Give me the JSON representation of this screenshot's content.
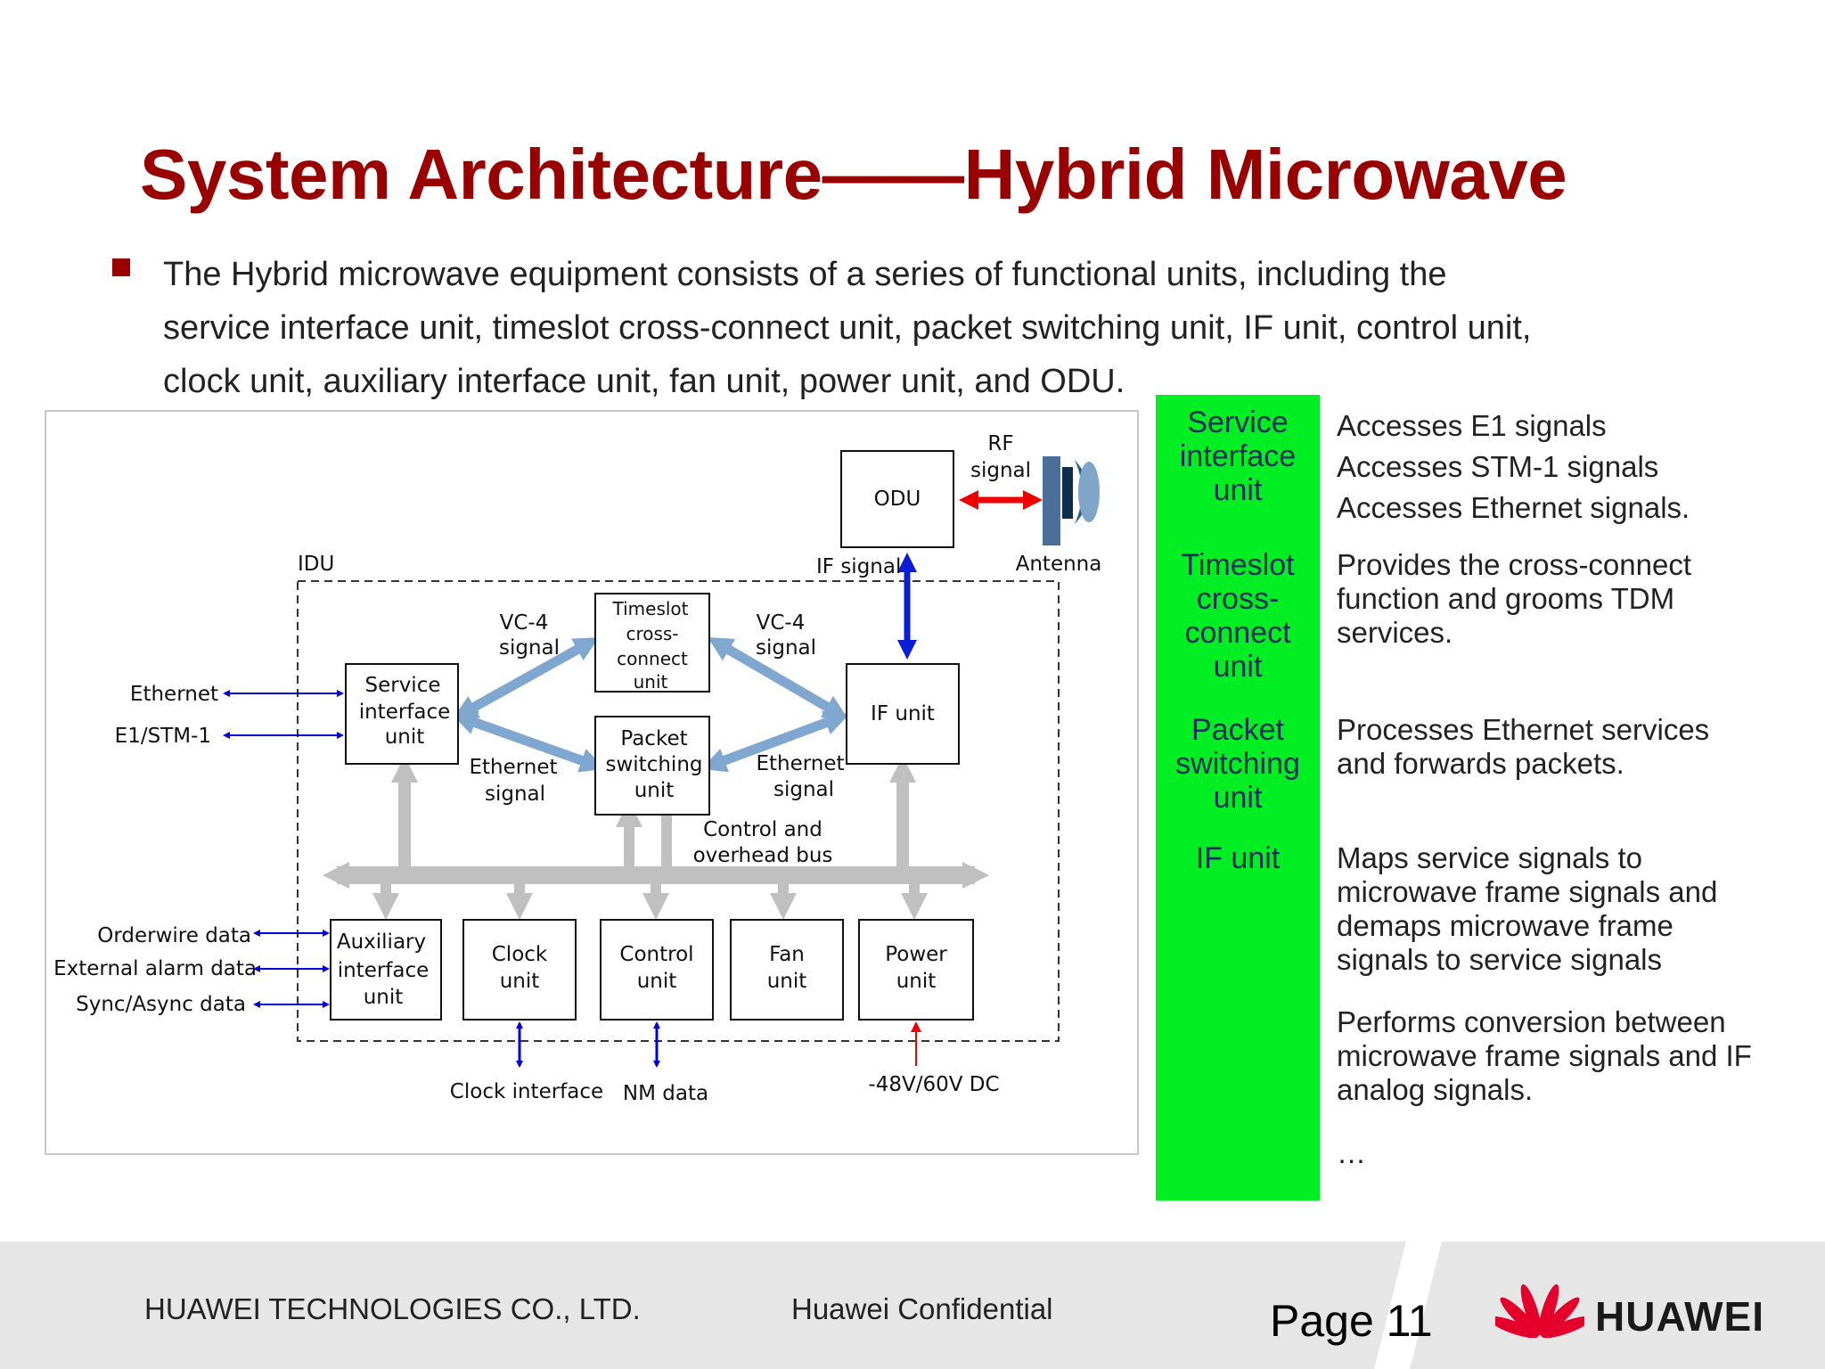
{
  "title": "System Architecture——Hybrid Microwave",
  "bullet": "The Hybrid microwave equipment consists of a series of functional units, including the service interface unit, timeslot cross-connect unit, packet switching unit, IF unit, control unit, clock unit, auxiliary interface unit, fan unit, power unit, and ODU.",
  "diagram": {
    "odu": "ODU",
    "rf_signal": [
      "RF",
      "signal"
    ],
    "antenna": "Antenna",
    "idu": "IDU",
    "if_signal": "IF signal",
    "vc4_left": [
      "VC-4",
      "signal"
    ],
    "vc4_right": [
      "VC-4",
      "signal"
    ],
    "timeslot": [
      "Timeslot",
      "cross-",
      "connect",
      "unit"
    ],
    "service_interface": [
      "Service",
      "interface",
      "unit"
    ],
    "if_unit": "IF unit",
    "packet_switching": [
      "Packet",
      "switching",
      "unit"
    ],
    "ethernet_signal_left": [
      "Ethernet",
      "signal"
    ],
    "ethernet_signal_right": [
      "Ethernet",
      "signal"
    ],
    "ethernet": "Ethernet",
    "e1_stm1": "E1/STM-1",
    "control_bus": [
      "Control and",
      "overhead bus"
    ],
    "auxiliary": [
      "Auxiliary",
      "interface",
      "unit"
    ],
    "clock": [
      "Clock",
      "unit"
    ],
    "control": [
      "Control",
      "unit"
    ],
    "fan": [
      "Fan",
      "unit"
    ],
    "power": [
      "Power",
      "unit"
    ],
    "orderwire": "Orderwire data",
    "external_alarm": "External alarm data",
    "sync_async": "Sync/Async data",
    "clock_interface": "Clock interface",
    "nm_data": "NM data",
    "dc": "-48V/60V DC"
  },
  "units": [
    {
      "name": [
        "Service",
        "interface",
        "unit"
      ],
      "desc": [
        "Accesses E1 signals",
        "Accesses STM-1 signals",
        "Accesses Ethernet signals."
      ]
    },
    {
      "name": [
        "Timeslot",
        "cross-",
        "connect",
        "unit"
      ],
      "desc": [
        "Provides the cross-connect",
        "function and grooms TDM",
        "services."
      ]
    },
    {
      "name": [
        "Packet",
        "switching",
        "unit"
      ],
      "desc": [
        "Processes Ethernet services",
        "and forwards packets."
      ]
    },
    {
      "name": [
        "IF unit"
      ],
      "desc": [
        "Maps service signals to",
        "microwave frame signals and",
        "demaps microwave frame",
        "signals to service signals"
      ]
    }
  ],
  "extra_desc": [
    "Performs conversion between",
    "microwave frame signals and IF",
    "analog signals."
  ],
  "ellipsis": "…",
  "footer": {
    "company": "HUAWEI TECHNOLOGIES CO., LTD.",
    "confidential": "Huawei Confidential",
    "page": "Page 11",
    "brand": "HUAWEI"
  },
  "colors": {
    "title": "#990000",
    "green": "#00ee22",
    "bus_gray": "#c0c0c0",
    "signal_blue": "#7fa7cf",
    "io_blue": "#0000dd",
    "rf_red": "#ee0000"
  }
}
